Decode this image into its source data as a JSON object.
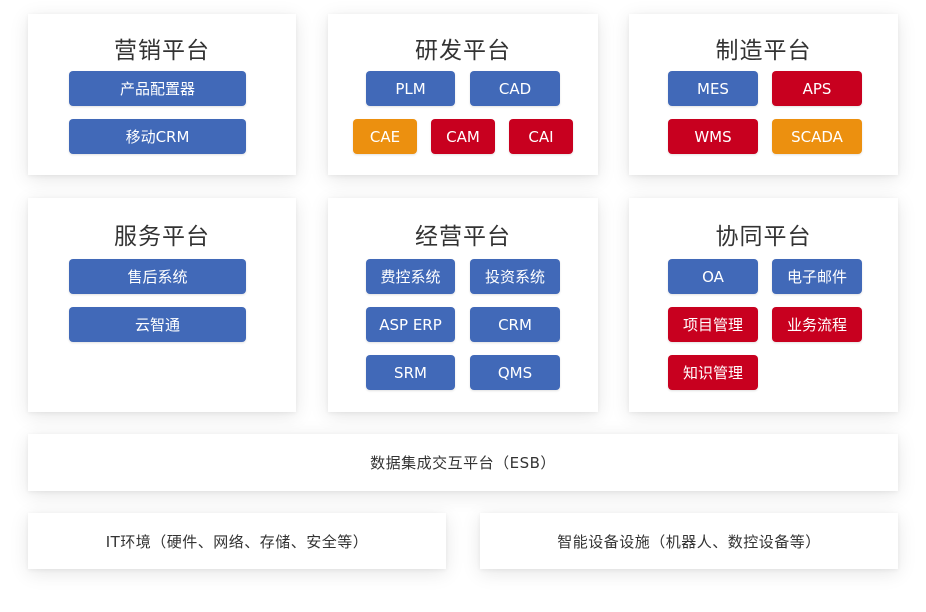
{
  "colors": {
    "blue": "#4169b8",
    "red": "#c8001f",
    "orange": "#ec900f",
    "text": "#333333"
  },
  "panels": {
    "marketing": {
      "title": "营销平台",
      "items": [
        "产品配置器",
        "移动CRM"
      ]
    },
    "rnd": {
      "title": "研发平台",
      "items": [
        "PLM",
        "CAD",
        "CAE",
        "CAM",
        "CAI"
      ]
    },
    "manufacturing": {
      "title": "制造平台",
      "items": [
        "MES",
        "APS",
        "WMS",
        "SCADA"
      ]
    },
    "service": {
      "title": "服务平台",
      "items": [
        "售后系统",
        "云智通"
      ]
    },
    "operations": {
      "title": "经营平台",
      "items": [
        "费控系统",
        "投资系统",
        "ASP ERP",
        "CRM",
        "SRM",
        "QMS"
      ]
    },
    "collaboration": {
      "title": "协同平台",
      "items": [
        "OA",
        "电子邮件",
        "项目管理",
        "业务流程",
        "知识管理"
      ]
    }
  },
  "esb_bar": "数据集成交互平台（ESB）",
  "it_bar": "IT环境（硬件、网络、存储、安全等）",
  "device_bar": "智能设备设施（机器人、数控设备等）"
}
